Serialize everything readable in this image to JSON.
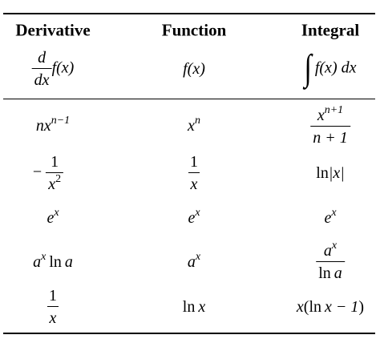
{
  "table": {
    "headers": [
      "Derivative",
      "Function",
      "Integral"
    ],
    "subheaders": {
      "derivative": {
        "num": "d",
        "den": "dx",
        "body": "f(x)"
      },
      "function": "f(x)",
      "integral": {
        "sign": "∫",
        "body": "f(x) dx"
      }
    },
    "rows": [
      {
        "derivative": {
          "base": "nx",
          "sup": "n−1"
        },
        "function": {
          "base": "x",
          "sup": "n"
        },
        "integral": {
          "num_base": "x",
          "num_sup": "n+1",
          "den": "n + 1"
        }
      },
      {
        "derivative": {
          "sign": "−",
          "num": "1",
          "den_base": "x",
          "den_sup": "2"
        },
        "function": {
          "num": "1",
          "den": "x"
        },
        "integral": {
          "prefix": "ln",
          "body": "|x|"
        }
      },
      {
        "derivative": {
          "base": "e",
          "sup": "x"
        },
        "function": {
          "base": "e",
          "sup": "x"
        },
        "integral": {
          "base": "e",
          "sup": "x"
        }
      },
      {
        "derivative": {
          "base": "a",
          "sup": "x",
          "tail_fn": "ln",
          "tail_var": "a"
        },
        "function": {
          "base": "a",
          "sup": "x"
        },
        "integral": {
          "num_base": "a",
          "num_sup": "x",
          "den_fn": "ln",
          "den_var": "a"
        }
      },
      {
        "derivative": {
          "num": "1",
          "den": "x"
        },
        "function": {
          "fn": "ln",
          "var": "x"
        },
        "integral": {
          "var": "x",
          "open": "(",
          "fn": "ln",
          "inner": "x − 1",
          "close": ")"
        }
      }
    ]
  }
}
